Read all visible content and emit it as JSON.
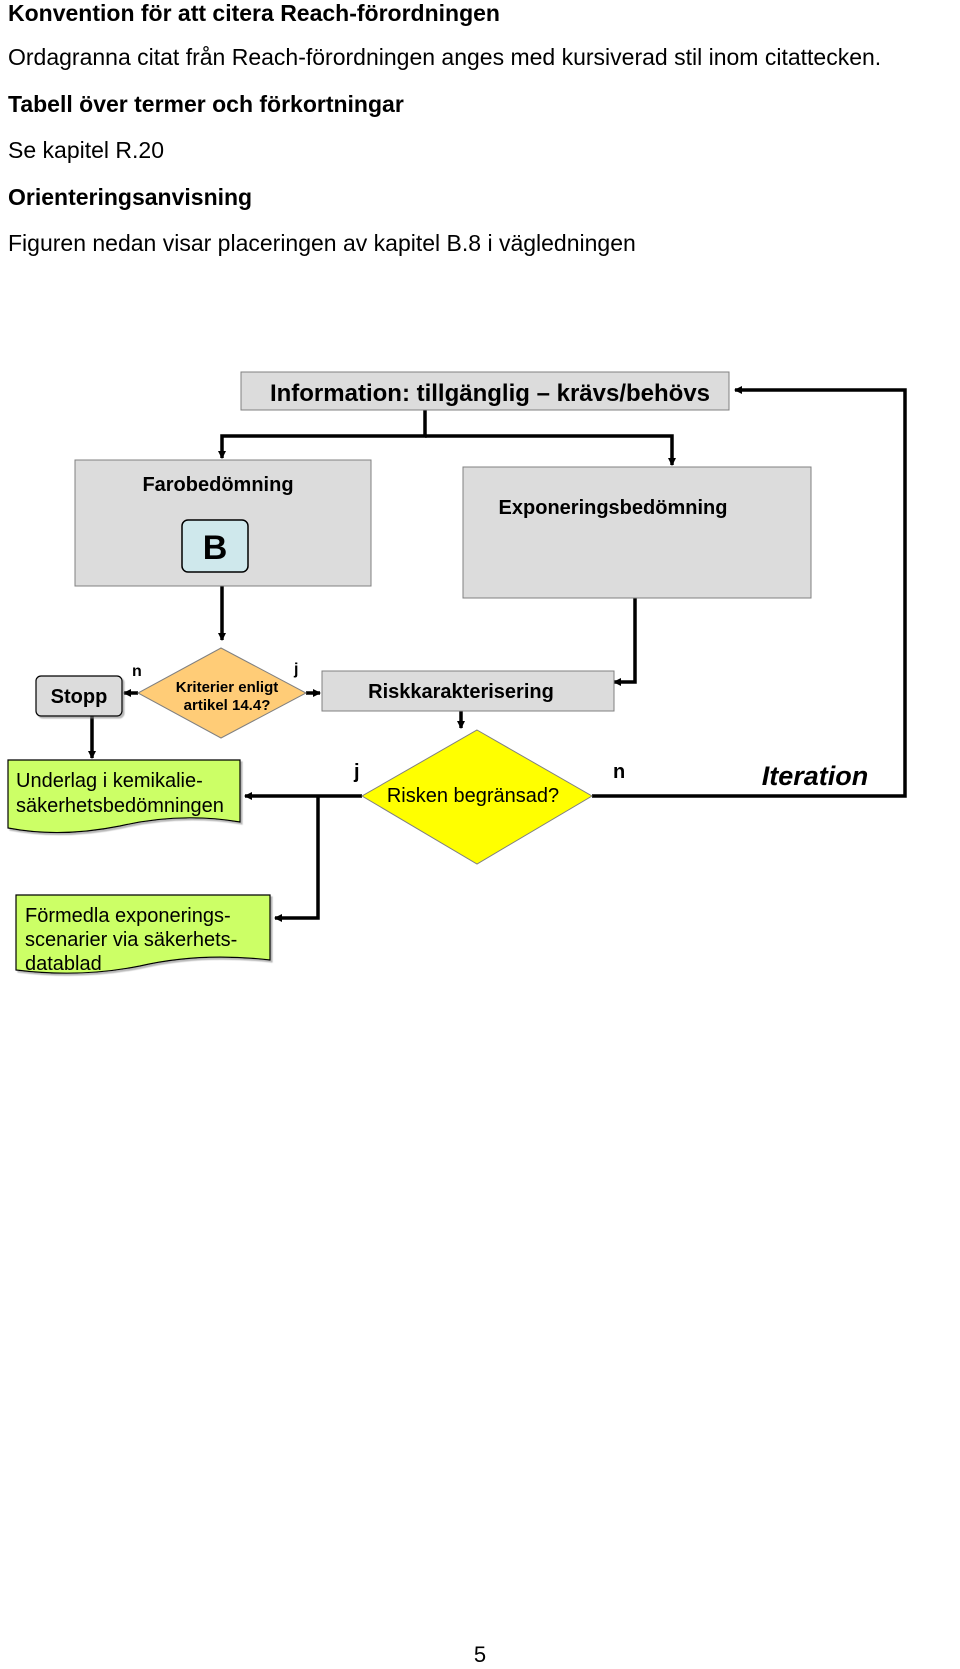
{
  "headings": {
    "convention": "Konvention för att citera Reach-förordningen",
    "terms": "Tabell över termer och förkortningar",
    "orientation": "Orienteringsanvisning"
  },
  "paragraphs": {
    "convention_text": "Ordagranna citat från Reach-förordningen anges med kursiverad stil inom citattecken.",
    "terms_text": "Se kapitel R.20",
    "orientation_text": "Figuren nedan visar placeringen av kapitel B.8 i vägledningen"
  },
  "diagram": {
    "information": "Information: tillgänglig – krävs/behövs",
    "hazard": "Farobedömning",
    "hazard_badge": "B",
    "exposure": "Exponeringsbedömning",
    "stop": "Stopp",
    "criteria_line1": "Kriterier enligt",
    "criteria_line2": "artikel 14.4?",
    "criteria_no": "n",
    "criteria_yes": "j",
    "risk_char": "Riskkarakterisering",
    "risk_limited": "Risken begränsad?",
    "risk_yes": "j",
    "risk_no": "n",
    "iteration": "Iteration",
    "csa_line1": "Underlag i kemikalie-",
    "csa_line2": "säkerhetsbedömningen",
    "sds_line1": "Förmedla exponerings-",
    "sds_line2": "scenarier via säkerhets-",
    "sds_line3": "datablad",
    "colors": {
      "box_fill": "#dcdcdc",
      "badge_fill": "#cfe8ec",
      "criteria_fill": "#ffcc77",
      "risk_fill": "#ffff00",
      "document_fill": "#ccff66"
    }
  },
  "page_number": "5"
}
